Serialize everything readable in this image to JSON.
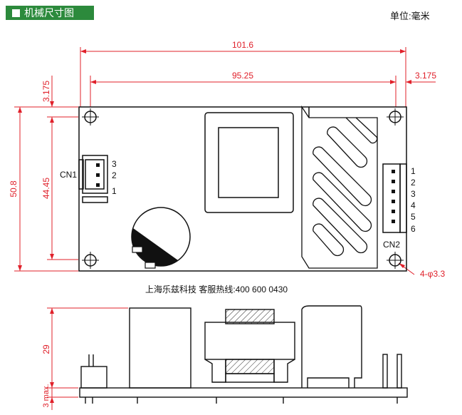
{
  "header": {
    "title": "机械尺寸图"
  },
  "unit_label": "单位:毫米",
  "dimensions": {
    "overall_width": "101.6",
    "hole_spacing_x": "95.25",
    "left_offset": "3.175",
    "right_offset": "3.175",
    "overall_height": "50.8",
    "hole_spacing_y": "44.45",
    "holes": "4-φ3.3",
    "component_height": "29",
    "pin_length": "3 max."
  },
  "connectors": {
    "cn1": {
      "label": "CN1",
      "pins": [
        "3",
        "2",
        "1"
      ]
    },
    "cn2": {
      "label": "CN2",
      "pins": [
        "1",
        "2",
        "3",
        "4",
        "5",
        "6"
      ]
    }
  },
  "footer_text": "上海乐兹科技 客服热线:400 600 0430",
  "colors": {
    "dimension": "#e0202a",
    "header_bg": "#2c8a3c"
  }
}
